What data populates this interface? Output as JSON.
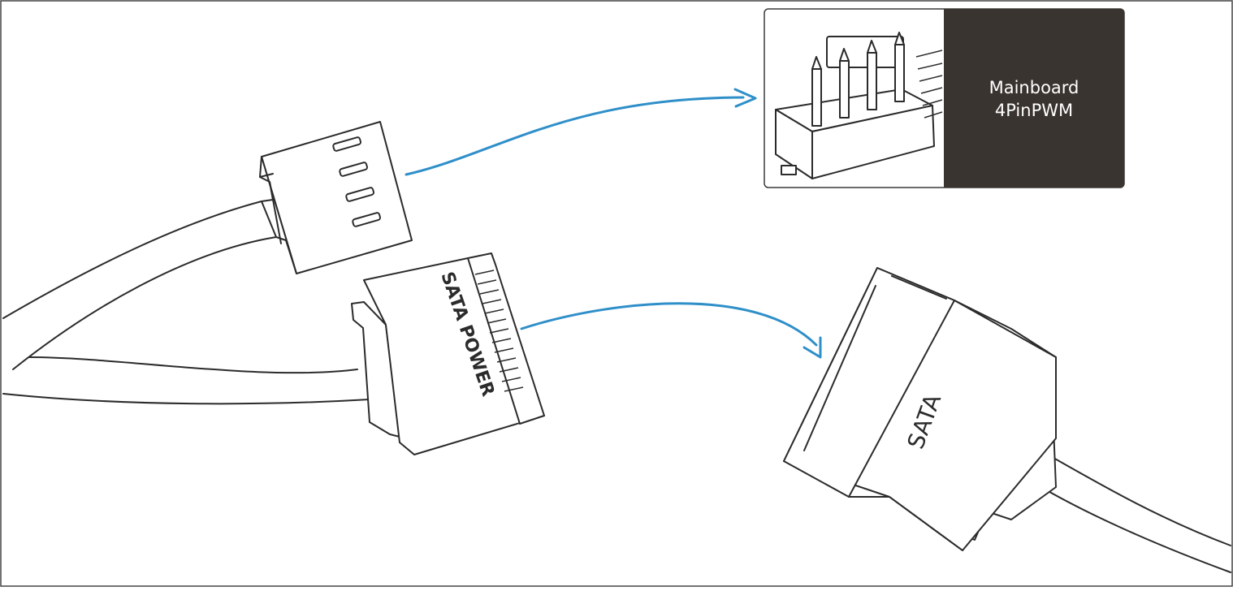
{
  "mainboard_label": {
    "line1": "Mainboard",
    "line2": "4PinPWM"
  },
  "sata_power_label": "SATA POWER",
  "sata_label": "SATA",
  "colors": {
    "arrow": "#2f8fc9",
    "line": "#2b2b2b",
    "label_panel": "#3a3430",
    "label_text": "#ffffff",
    "border": "#444444"
  }
}
